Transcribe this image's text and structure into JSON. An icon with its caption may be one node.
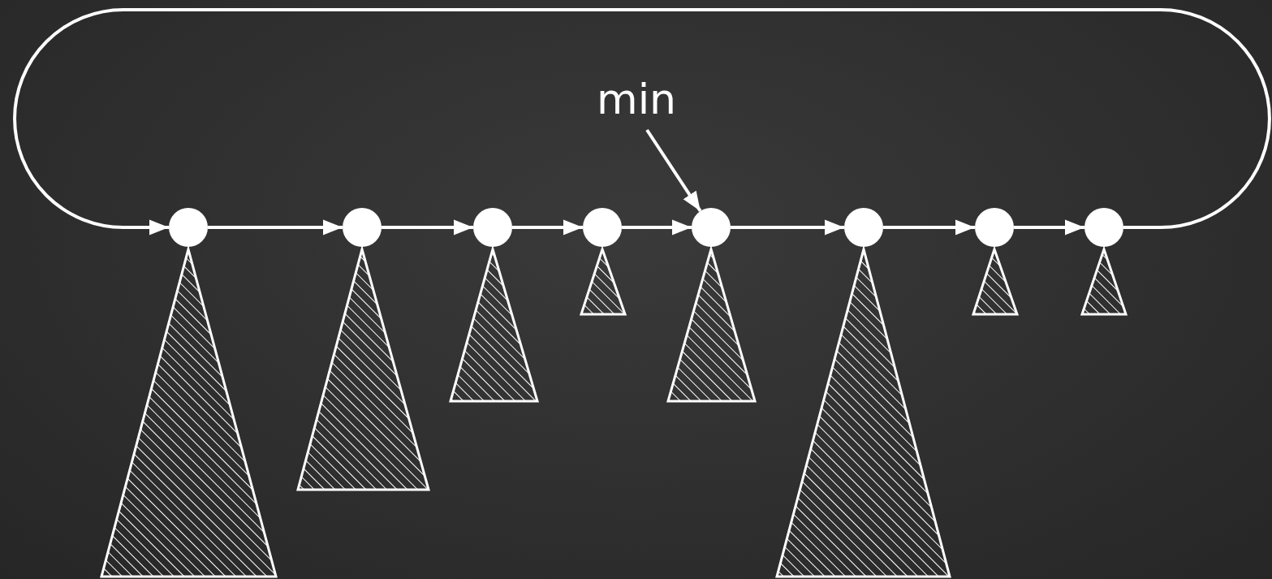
{
  "diagram": {
    "nodes": [
      {
        "text": [],
        "shape": "circle"
      },
      {
        "text": [],
        "shape": "circle"
      },
      {
        "text": [],
        "shape": "circle"
      },
      {
        "text": [],
        "shape": "circle"
      },
      {
        "text": [],
        "shape": "circle"
      },
      {
        "text": [],
        "shape": "circle"
      },
      {
        "text": [],
        "shape": "circle"
      },
      {
        "text": [],
        "shape": "circle"
      },
      {
        "text": [],
        "shape": "triangle"
      },
      {
        "text": [],
        "shape": "triangle"
      },
      {
        "text": [],
        "shape": "triangle"
      },
      {
        "text": [],
        "shape": "triangle"
      },
      {
        "text": [],
        "shape": "triangle"
      },
      {
        "text": [],
        "shape": "triangle"
      },
      {
        "text": [],
        "shape": "triangle"
      },
      {
        "text": [],
        "shape": "triangle"
      },
      {
        "text": [
          "min"
        ]
      }
    ],
    "edges": [
      {
        "from": 0,
        "to": 1,
        "arrow": "to"
      },
      {
        "from": 1,
        "to": 2,
        "arrow": "to"
      },
      {
        "from": 2,
        "to": 3,
        "arrow": "to"
      },
      {
        "from": 3,
        "to": 4,
        "arrow": "to"
      },
      {
        "from": 4,
        "to": 5,
        "arrow": "to"
      },
      {
        "from": 5,
        "to": 6,
        "arrow": "to"
      },
      {
        "from": 6,
        "to": 7,
        "arrow": "to"
      },
      {
        "from": 7,
        "to": 0,
        "arrow": "to"
      },
      {
        "from": 16,
        "to": 4,
        "arrow": "to"
      }
    ]
  }
}
